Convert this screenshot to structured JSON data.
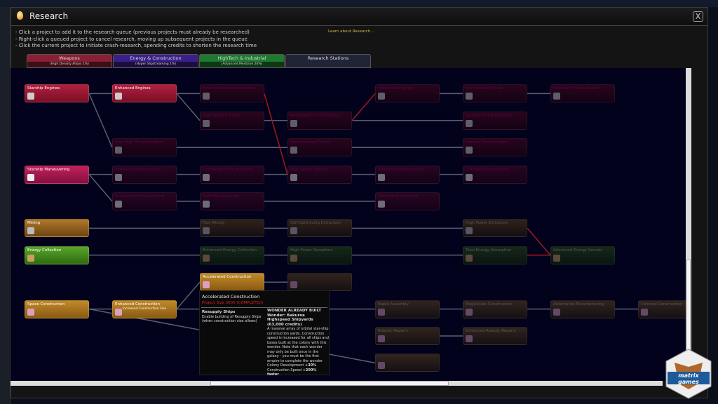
{
  "window": {
    "title": "Research",
    "close_label": "X"
  },
  "help": [
    "- Click a project to add it to the research queue (previous projects must already be researched)",
    "- Right-click a queued project to cancel research, moving up subsequent projects in the queue",
    "- Click the current project to initiate crash-research, spending credits to shorten the research time"
  ],
  "learn_link": "Learn about Research...",
  "tabs": [
    {
      "label": "Weapons",
      "sub": "(High Density Alloys 1%)",
      "color": "#8a1f35"
    },
    {
      "label": "Energy & Construction",
      "sub": "(Hyper Slipstreaming 1%)",
      "color": "#3a1f8a"
    },
    {
      "label": "HighTech & Industrial",
      "sub": "(Advanced Medicine 26%)",
      "color": "#1e7a30"
    },
    {
      "label": "Research Stations",
      "sub": "",
      "color": "#202436"
    }
  ],
  "nodes": [
    {
      "name": "Starship Engines",
      "cat": "weap",
      "state": "done"
    },
    {
      "name": "Enhanced Engines",
      "cat": "weap",
      "state": "done"
    },
    {
      "name": "Advanced Proton Ionization",
      "cat": "weap",
      "state": "locked"
    },
    {
      "name": "Advanced Engines",
      "cat": "weap",
      "state": "locked"
    },
    {
      "name": "Harmonized Thrust",
      "cat": "weap",
      "state": "locked"
    },
    {
      "name": "Resonant Thrust Output",
      "cat": "weap",
      "state": "locked"
    },
    {
      "name": "High Volume Thrust",
      "cat": "weap",
      "state": "locked"
    },
    {
      "name": "Maximized Thrust Output",
      "cat": "weap",
      "state": "locked"
    },
    {
      "name": "Surplus Thrust Overload",
      "cat": "weap",
      "state": "locked"
    },
    {
      "name": "Very High Thrust Engines",
      "cat": "weap",
      "state": "locked"
    },
    {
      "name": "Synchronized Thrust",
      "cat": "weap",
      "state": "locked"
    },
    {
      "name": "Intense Thrust Output",
      "cat": "weap",
      "state": "locked"
    },
    {
      "name": "Starship Maneuvering",
      "cat": "man",
      "state": "done"
    },
    {
      "name": "Enhanced Maneuvering",
      "cat": "man",
      "state": "locked"
    },
    {
      "name": "Coordinated Maneuvering",
      "cat": "man",
      "state": "locked"
    },
    {
      "name": "High Speed Turning",
      "cat": "man",
      "state": "locked"
    },
    {
      "name": "Advanced Maneuvering",
      "cat": "man",
      "state": "locked"
    },
    {
      "name": "Ultimate Maneuvering",
      "cat": "man",
      "state": "locked"
    },
    {
      "name": "Accelerated Maneuvering",
      "cat": "man",
      "state": "locked"
    },
    {
      "name": "Swift Maneuvering",
      "cat": "man",
      "state": "locked"
    },
    {
      "name": "Directional Vectoring",
      "cat": "man",
      "state": "locked"
    },
    {
      "name": "Mining",
      "cat": "min",
      "state": "done"
    },
    {
      "name": "Fast Mining",
      "cat": "min",
      "state": "locked"
    },
    {
      "name": "Self-Optimizing Extractors",
      "cat": "min",
      "state": "locked"
    },
    {
      "name": "High Power Extractors",
      "cat": "min",
      "state": "locked"
    },
    {
      "name": "Energy Collection",
      "cat": "en",
      "state": "done"
    },
    {
      "name": "Enhanced Energy Collection",
      "cat": "en",
      "state": "locked"
    },
    {
      "name": "High Power Receptors",
      "cat": "en",
      "state": "locked"
    },
    {
      "name": "Total Energy Absorption",
      "cat": "en",
      "state": "locked"
    },
    {
      "name": "Advanced Energy Secrets",
      "cat": "en",
      "state": "locked"
    },
    {
      "name": "Accelerated Construction",
      "cat": "con",
      "state": "done"
    },
    {
      "name": "",
      "cat": "con",
      "state": "locked"
    },
    {
      "name": "Space Construction",
      "cat": "con",
      "state": "done"
    },
    {
      "name": "Enhanced Construction",
      "sub": "Increased Construction Size",
      "cat": "con",
      "state": "done"
    },
    {
      "name": "Rapid Assembly",
      "cat": "con",
      "state": "locked"
    },
    {
      "name": "MegaScale Construction",
      "cat": "con",
      "state": "locked"
    },
    {
      "name": "Automated Manufacturing",
      "cat": "con",
      "state": "locked"
    },
    {
      "name": "Colossal Construction",
      "cat": "con",
      "state": "locked"
    },
    {
      "name": "Robotic Repairs",
      "cat": "con",
      "state": "locked"
    },
    {
      "name": "Enhanced Robotic Repairs",
      "cat": "con",
      "state": "locked"
    },
    {
      "name": "",
      "cat": "con",
      "state": "locked"
    }
  ],
  "tooltip": {
    "title": "Accelerated Construction",
    "project_size": "Project Size 3000  (COMPLETED)",
    "item_title": "Resupply Ships",
    "item_desc": "Enable building of Resupply Ships (when construction size allows)",
    "wonder_status": "WONDER ALREADY BUILT",
    "wonder_name": "Wonder: Bakurea Highspeed Shipyards (63,000 credits)",
    "wonder_desc": "A massive array of orbital star-ship construction yards. Construction speed is increased for all ships and bases built at the colony with this wonder. Note that each wonder may only be built once in the galaxy - you must be the first empire to complete the wonder",
    "stats": [
      {
        "label": "Colony Development",
        "value": "+30%"
      },
      {
        "label": "Construction Speed",
        "value": "+200% faster"
      }
    ]
  },
  "logo_text": "matrix games"
}
